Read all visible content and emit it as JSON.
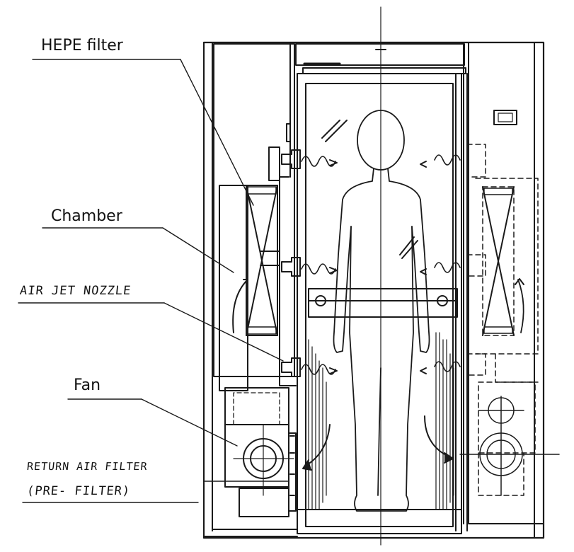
{
  "labels": {
    "hepa": "HEPE filter",
    "chamber": "Chamber",
    "nozzle": "AIR JET NOZZLE",
    "fan": "Fan",
    "return_filter_line1": "RETURN AIR FILTER",
    "return_filter_line2": "(PRE- FILTER)"
  },
  "colors": {
    "ink": "#1a1a1a",
    "paper": "#ffffff"
  }
}
